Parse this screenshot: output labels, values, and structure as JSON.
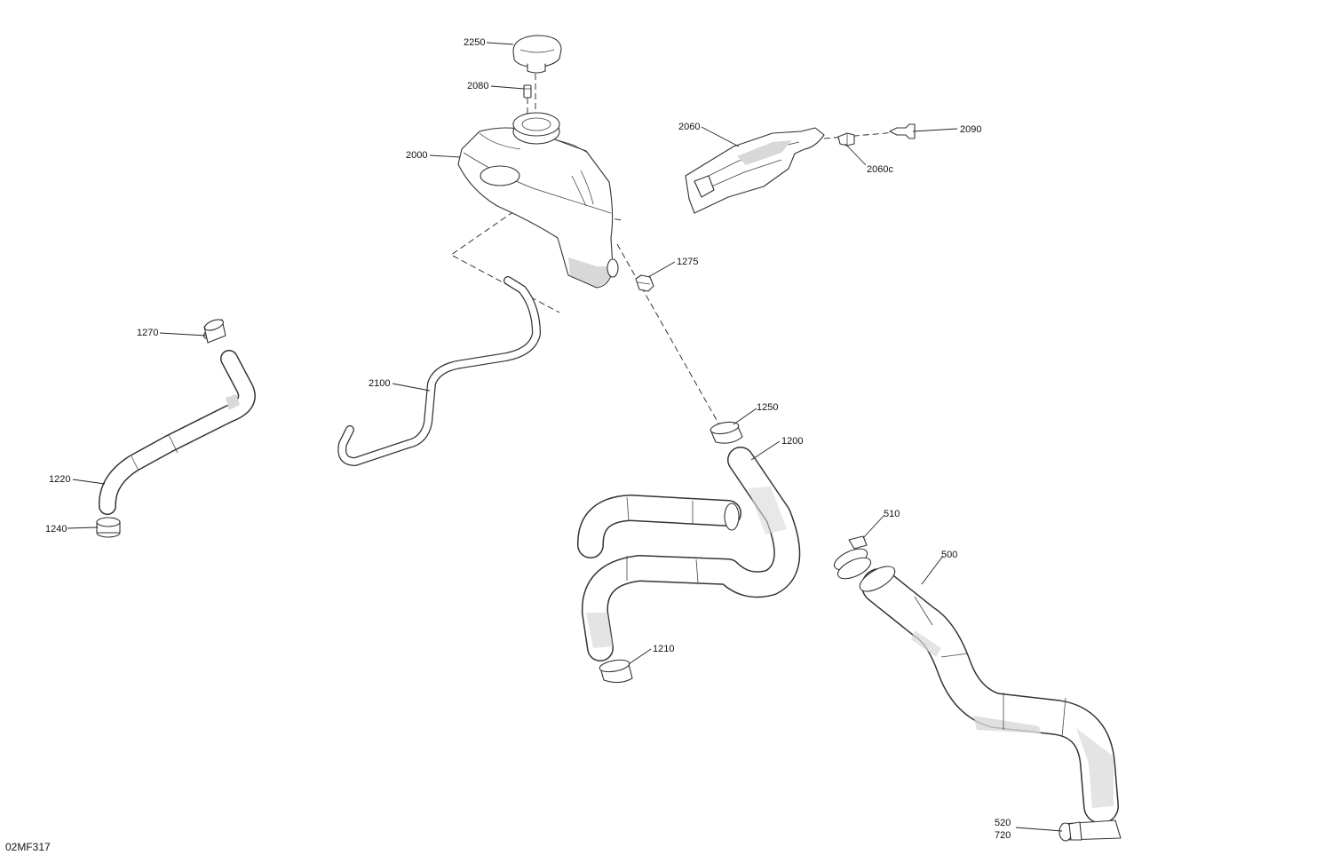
{
  "figure_id": "02MF317",
  "callouts": {
    "c2250": "2250",
    "c2080": "2080",
    "c2000": "2000",
    "c2060": "2060",
    "c2060c": "2060c",
    "c2090": "2090",
    "c1275": "1275",
    "c1270": "1270",
    "c2100": "2100",
    "c1220": "1220",
    "c1240": "1240",
    "c1250": "1250",
    "c1200": "1200",
    "c510": "510",
    "c500": "500",
    "c1210": "1210",
    "c520": "520",
    "c720": "720"
  }
}
